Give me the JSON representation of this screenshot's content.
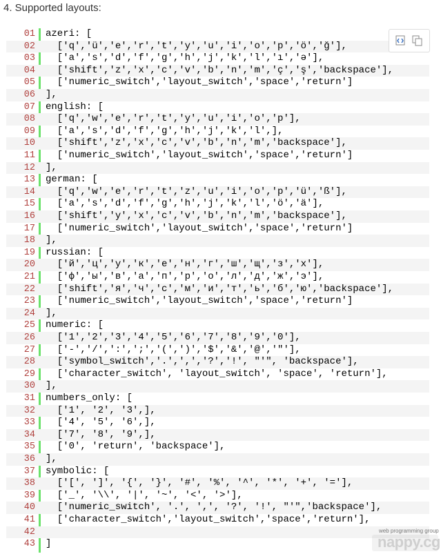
{
  "heading": "4. Supported layouts:",
  "toolbar": {
    "view_source_icon": "view-source-icon",
    "copy_icon": "copy-icon"
  },
  "watermark": {
    "small": "web programming group",
    "big": "nappy.cgi"
  },
  "colors": {
    "line_number": "#b0413e",
    "gutter": "#6ce26c",
    "string": "#0000ff",
    "keyword": "#006699",
    "alt_row": "#f4f4f4"
  },
  "lines": [
    {
      "num": "01",
      "text": "azeri: ["
    },
    {
      "num": "02",
      "text": "  ['q','ü','e','r','t','y','u','i','o','p','ö','ğ'],"
    },
    {
      "num": "03",
      "text": "  ['a','s','d','f','g','h','j','k','l','ı','ə'],"
    },
    {
      "num": "04",
      "text": "  ['shift','z','x','c','v','b','n','m','ç','ş','backspace'],"
    },
    {
      "num": "05",
      "text": "  ['numeric_switch','layout_switch','space','return']"
    },
    {
      "num": "06",
      "text": "],"
    },
    {
      "num": "07",
      "text": "english: ["
    },
    {
      "num": "08",
      "text": "  ['q','w','e','r','t','y','u','i','o','p'],"
    },
    {
      "num": "09",
      "text": "  ['a','s','d','f','g','h','j','k','l',],"
    },
    {
      "num": "10",
      "text": "  ['shift','z','x','c','v','b','n','m','backspace'],"
    },
    {
      "num": "11",
      "text": "  ['numeric_switch','layout_switch','space','return']"
    },
    {
      "num": "12",
      "text": "],"
    },
    {
      "num": "13",
      "text": "german: ["
    },
    {
      "num": "14",
      "text": "  ['q','w','e','r','t','z','u','i','o','p','ü','ß'],"
    },
    {
      "num": "15",
      "text": "  ['a','s','d','f','g','h','j','k','l','ö','ä'],"
    },
    {
      "num": "16",
      "text": "  ['shift','y','x','c','v','b','n','m','backspace'],"
    },
    {
      "num": "17",
      "text": "  ['numeric_switch','layout_switch','space','return']"
    },
    {
      "num": "18",
      "text": "],"
    },
    {
      "num": "19",
      "text": "russian: ["
    },
    {
      "num": "20",
      "text": "  ['й','ц','у','к','е','н','г','ш','щ','з','х'],"
    },
    {
      "num": "21",
      "text": "  ['ф','ы','в','а','п','р','о','л','д','ж','э'],"
    },
    {
      "num": "22",
      "text": "  ['shift','я','ч','с','м','и','т','ь','б','ю','backspace'],"
    },
    {
      "num": "23",
      "text": "  ['numeric_switch','layout_switch','space','return']"
    },
    {
      "num": "24",
      "text": "],"
    },
    {
      "num": "25",
      "text": "numeric: ["
    },
    {
      "num": "26",
      "text": "  ['1','2','3','4','5','6','7','8','9','0'],"
    },
    {
      "num": "27",
      "text": "  ['-','/',':',';','(',')','$','&','@','\"'],"
    },
    {
      "num": "28",
      "text": "  ['symbol_switch','.',',','?','!', \"'\", 'backspace'],"
    },
    {
      "num": "29",
      "text": "  ['character_switch', 'layout_switch', 'space', 'return'],"
    },
    {
      "num": "30",
      "text": "],"
    },
    {
      "num": "31",
      "text": "numbers_only: ["
    },
    {
      "num": "32",
      "text": "  ['1', '2', '3',],"
    },
    {
      "num": "33",
      "text": "  ['4', '5', '6',],"
    },
    {
      "num": "34",
      "text": "  ['7', '8', '9',],"
    },
    {
      "num": "35",
      "text": "  ['0', 'return', 'backspace'],"
    },
    {
      "num": "36",
      "text": "],"
    },
    {
      "num": "37",
      "text": "symbolic: ["
    },
    {
      "num": "38",
      "text": "  ['[', ']', '{', '}', '#', '%', '^', '*', '+', '='],"
    },
    {
      "num": "39",
      "text": "  ['_', '\\\\', '|', '~', '<', '>'],"
    },
    {
      "num": "40",
      "text": "  ['numeric_switch', '.', ',', '?', '!', \"'\",'backspace'],"
    },
    {
      "num": "41",
      "text": "  ['character_switch','layout_switch','space','return'],"
    },
    {
      "num": "42",
      "text": ""
    },
    {
      "num": "43",
      "text": "]"
    }
  ]
}
